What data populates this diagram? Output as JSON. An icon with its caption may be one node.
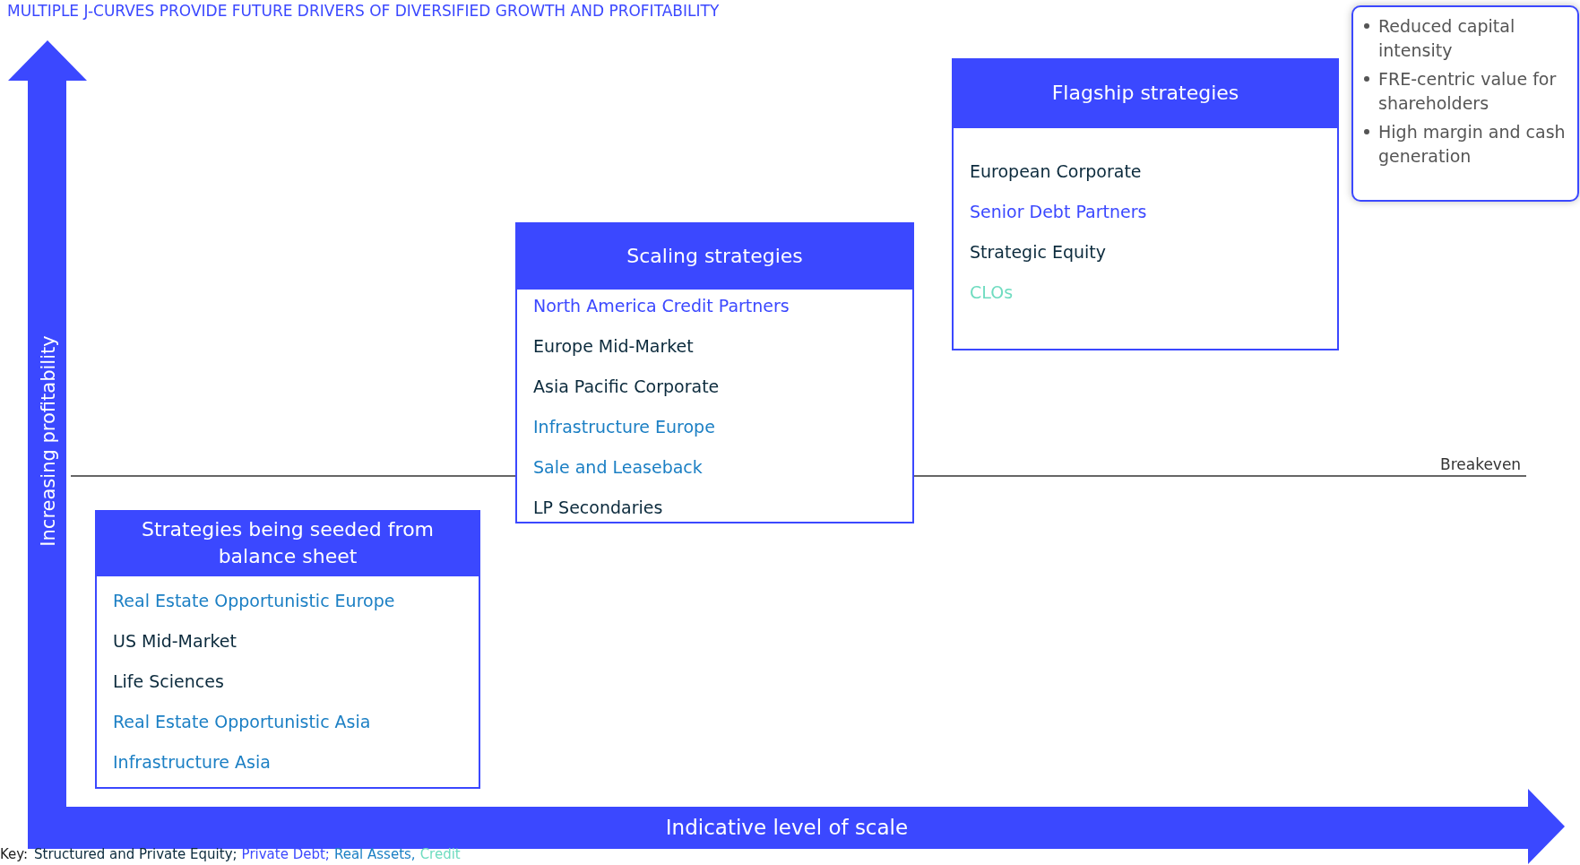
{
  "diagram": {
    "title": "MULTIPLE J-CURVES PROVIDE FUTURE DRIVERS OF DIVERSIFIED GROWTH AND PROFITABILITY",
    "nodes": [
      {
        "text": [
          "Reduced capital intensity",
          "FRE-centric value for shareholders",
          "High margin and cash generation"
        ]
      },
      {
        "text": [
          "Flagship strategies",
          "European Corporate",
          "Senior Debt Partners",
          "Strategic Equity",
          "CLOs"
        ]
      },
      {
        "text": [
          "Scaling strategies",
          "North America Credit Partners",
          "Europe Mid-Market",
          "Asia Pacific Corporate",
          "Infrastructure Europe",
          "Sale and Leaseback",
          "LP Secondaries"
        ]
      },
      {
        "text": [
          "Strategies being seeded from balance sheet",
          "Real Estate Opportunistic Europe",
          "US Mid-Market",
          "Life Sciences",
          "Real Estate Opportunistic Asia",
          "Infrastructure Asia"
        ]
      }
    ],
    "labels": [
      "Increasing profitability",
      "Breakeven",
      "Indicative level of scale",
      "Key:"
    ],
    "legend": [
      {
        "text": "Structured and Private Equity;",
        "color": "#0b2a3c"
      },
      {
        "text": "Private Debt;",
        "color": "#3b48ff"
      },
      {
        "text": "Real Assets,",
        "color": "#1b7fc4"
      },
      {
        "text": "Credit",
        "color": "#6fdcc0"
      }
    ]
  }
}
